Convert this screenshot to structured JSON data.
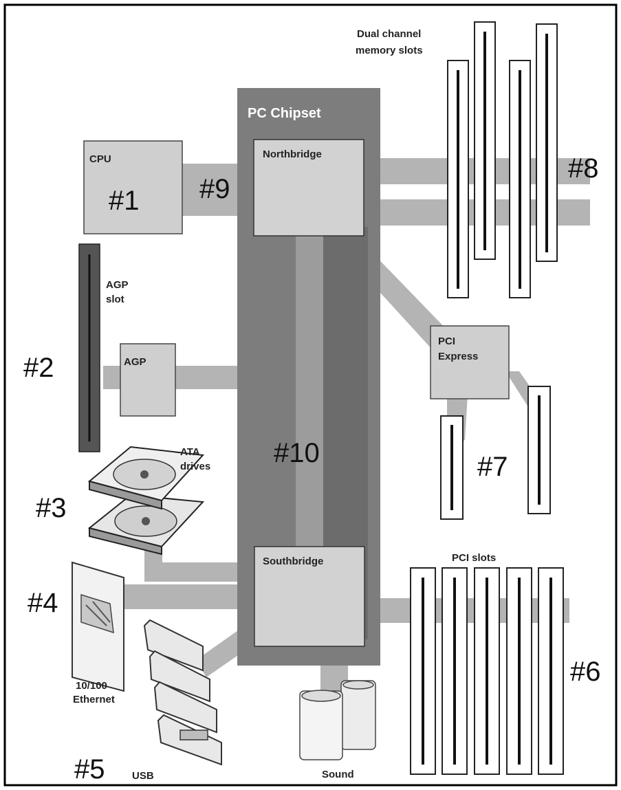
{
  "diagram": {
    "chipset_label": "PC Chipset",
    "northbridge_label": "Northbridge",
    "southbridge_label": "Southbridge",
    "cpu_label": "CPU",
    "agp_slot_label": [
      "AGP",
      "slot"
    ],
    "agp_label": "AGP",
    "ata_label": [
      "ATA",
      "drives"
    ],
    "ethernet_label": [
      "10/100",
      "Ethernet"
    ],
    "usb_label": "USB",
    "sound_label": "Sound",
    "memory_label": [
      "Dual channel",
      "memory slots"
    ],
    "pcie_label": [
      "PCI",
      "Express"
    ],
    "pci_slots_label": "PCI slots",
    "markers": {
      "m1": "#1",
      "m2": "#2",
      "m3": "#3",
      "m4": "#4",
      "m5": "#5",
      "m6": "#6",
      "m7": "#7",
      "m8": "#8",
      "m9": "#9",
      "m10": "#10"
    }
  }
}
